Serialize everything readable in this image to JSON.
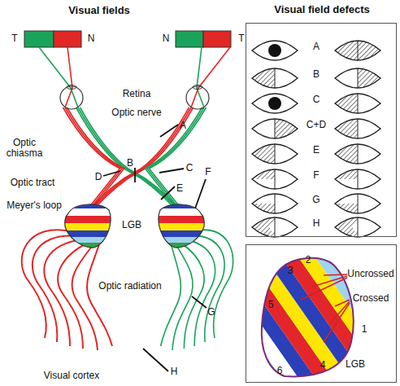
{
  "diagram": {
    "title": "Visual fields",
    "nodes": [
      {
        "text": [
          "Visual field defects"
        ]
      },
      {
        "text": [
          "LGB"
        ]
      }
    ],
    "labels": [
      "T",
      "N",
      "N",
      "T",
      "Retina",
      "Optic nerve",
      "A",
      "Optic chiasma",
      "B",
      "C",
      "D",
      "Optic tract",
      "E",
      "F",
      "Meyer's loop",
      "LGB",
      "Optic radiation",
      "G",
      "H",
      "Visual cortex",
      "A",
      "B",
      "C",
      "C+D",
      "E",
      "F",
      "G",
      "H",
      "3",
      "2",
      "Uncrossed",
      "Crossed",
      "5",
      "1",
      "6",
      "4"
    ]
  }
}
